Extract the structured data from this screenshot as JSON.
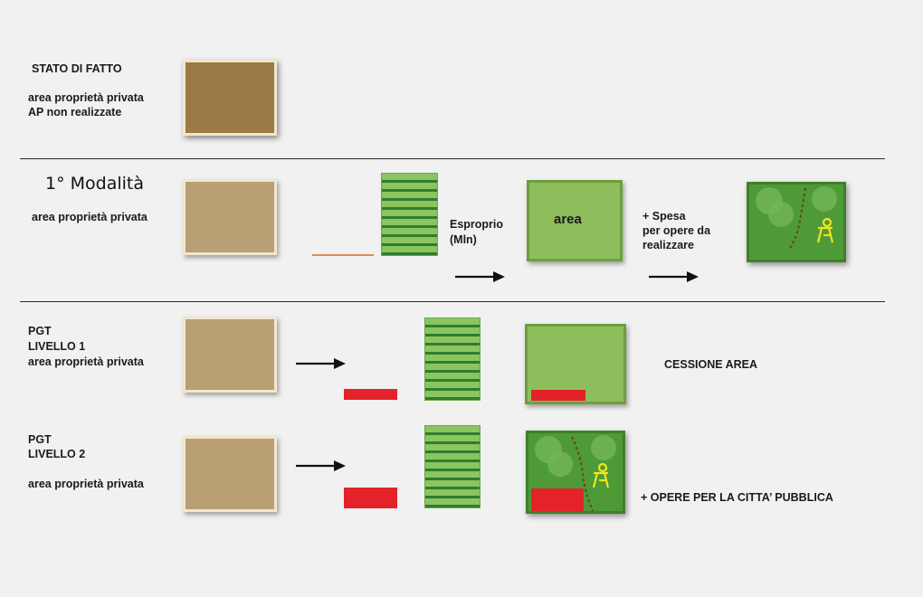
{
  "row0": {
    "title": "STATO DI FATTO",
    "line1": "area proprietà privata",
    "line2": "AP non realizzate"
  },
  "row1": {
    "title": "1° Modalità",
    "label": "area proprietà privata",
    "esproprio1": "Esproprio",
    "esproprio2": "(Mln)",
    "area_word": "area",
    "spesa1": "+ Spesa",
    "spesa2": "per opere da",
    "spesa3": "realizzare"
  },
  "row2": {
    "line1": "PGT",
    "line2": "LIVELLO 1",
    "line3": "area proprietà privata",
    "result": "CESSIONE AREA"
  },
  "row3": {
    "line1": "PGT",
    "line2": "LIVELLO 2",
    "line3": "area proprietà privata",
    "result": "+ OPERE PER LA CITTA’ PUBBLICA"
  },
  "colors": {
    "background": "#f1f1f1",
    "parcel_dark": "#9a7b45",
    "parcel_light": "#b89f74",
    "green_light": "#8ebd5c",
    "green_dark": "#4e9a37",
    "red": "#e3222a",
    "orange": "#e08a5a"
  }
}
